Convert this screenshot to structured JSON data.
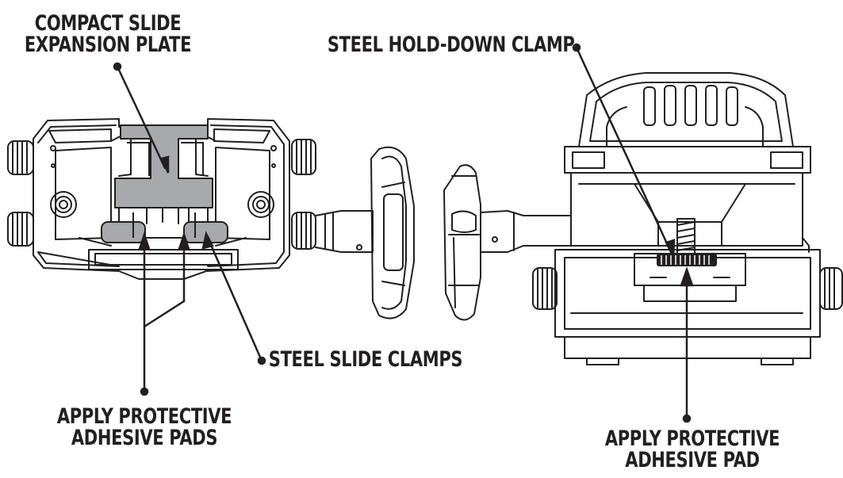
{
  "labels": {
    "compact_plate": {
      "line1": "COMPACT SLIDE",
      "line2": "EXPANSION PLATE"
    },
    "hold_down_clamp": {
      "line1": "STEEL HOLD-DOWN CLAMP"
    },
    "slide_clamps": {
      "line1": "STEEL SLIDE CLAMPS"
    },
    "protective_pads": {
      "line1": "APPLY PROTECTIVE",
      "line2": "ADHESIVE PADS"
    },
    "protective_pad": {
      "line1": "APPLY PROTECTIVE",
      "line2": "ADHESIVE PAD"
    }
  },
  "colors": {
    "ink": "#231f20",
    "highlight": "#a7a9ac",
    "background": "#ffffff"
  }
}
